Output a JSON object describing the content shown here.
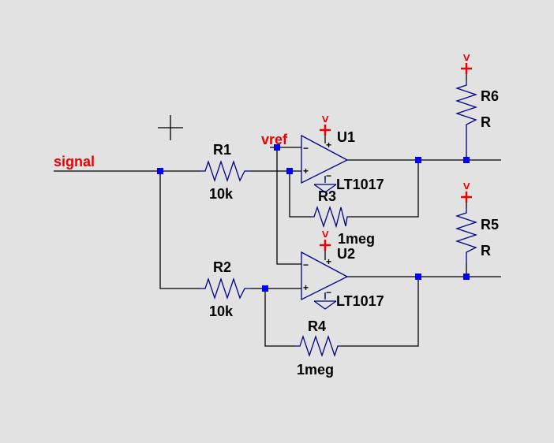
{
  "colors": {
    "background": "#e2e2e2",
    "wire": "#000000",
    "component": "#000080",
    "junction": "#0000ff",
    "net_label": "#ee0000"
  },
  "net_labels": {
    "signal": "signal",
    "vref": "vref",
    "supply": ">"
  },
  "components": {
    "R1": {
      "ref": "R1",
      "value": "10k"
    },
    "R2": {
      "ref": "R2",
      "value": "10k"
    },
    "R3": {
      "ref": "R3",
      "value": "1meg"
    },
    "R4": {
      "ref": "R4",
      "value": "1meg"
    },
    "R5": {
      "ref": "R5",
      "value": "R"
    },
    "R6": {
      "ref": "R6",
      "value": "R"
    },
    "U1": {
      "ref": "U1",
      "part": "LT1017"
    },
    "U2": {
      "ref": "U2",
      "part": "LT1017"
    }
  },
  "symbols": {
    "minus": "−",
    "plus": "+"
  }
}
